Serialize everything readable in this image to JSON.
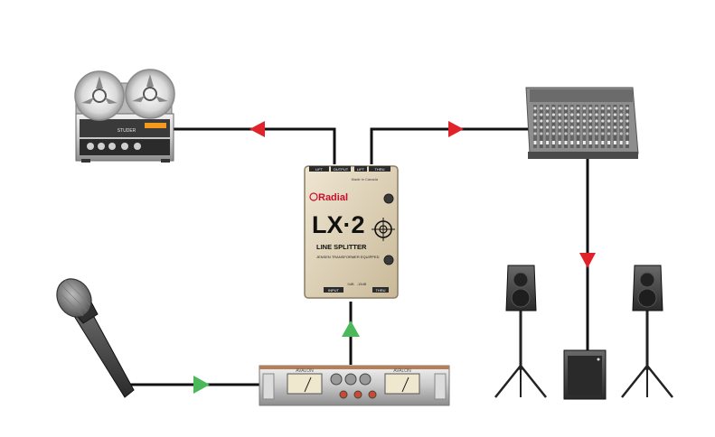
{
  "colors": {
    "cable": "#111111",
    "output_arrow": "#e2222b",
    "input_arrow": "#4bb85a",
    "splitter_body": "#d8cbb2",
    "splitter_red": "#c8102e"
  },
  "splitter": {
    "brand": "Radial",
    "model": "LX·2",
    "subtitle": "LINE SPLITTER",
    "tagline": "JENSEN TRANSFORMER EQUIPPED",
    "made_in": "Made in Canada",
    "jack_labels": [
      "LIFT",
      "OUTPUT",
      "LIFT",
      "THRU"
    ],
    "bottom_labels": [
      "INPUT",
      "0dB",
      "-15dB",
      "THRU"
    ]
  },
  "preamp": {
    "brand_left": "AVALON",
    "brand_right": "AVALON"
  },
  "tape_machine": {
    "brand_label": "STUDER"
  },
  "devices": {
    "tape_machine": "reel-to-reel-tape-machine",
    "mixer": "mixing-console",
    "splitter": "line-splitter",
    "microphone": "microphone",
    "preamp": "rack-preamp",
    "speaker_left": "pa-speaker",
    "speaker_right": "pa-speaker",
    "subwoofer": "subwoofer"
  }
}
